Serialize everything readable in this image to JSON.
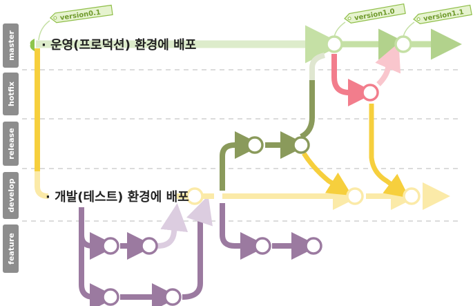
{
  "lanes": [
    {
      "id": "master",
      "label": "master"
    },
    {
      "id": "hotfix",
      "label": "hotfix"
    },
    {
      "id": "release",
      "label": "release"
    },
    {
      "id": "develop",
      "label": "develop"
    },
    {
      "id": "feature",
      "label": "feature"
    }
  ],
  "tags": {
    "v01": "version0.1",
    "v10": "version1.0",
    "v11": "version1.1"
  },
  "notes": {
    "production": "· 운영(프로덕션) 환경에 배포",
    "test": "· 개발(테스트) 환경에 배포"
  },
  "colors": {
    "lane_bg": "#8d8d8d",
    "master": "#c5e0a5",
    "hotfix": "#f27d8c",
    "release": "#8a9a5b",
    "develop": "#f6cf3d",
    "develop_light": "#fbeaa8",
    "feature": "#9b7aa0",
    "feature_light": "#dccde0",
    "tag_fill": "#e6f3cf",
    "tag_stroke": "#8fbe48"
  }
}
